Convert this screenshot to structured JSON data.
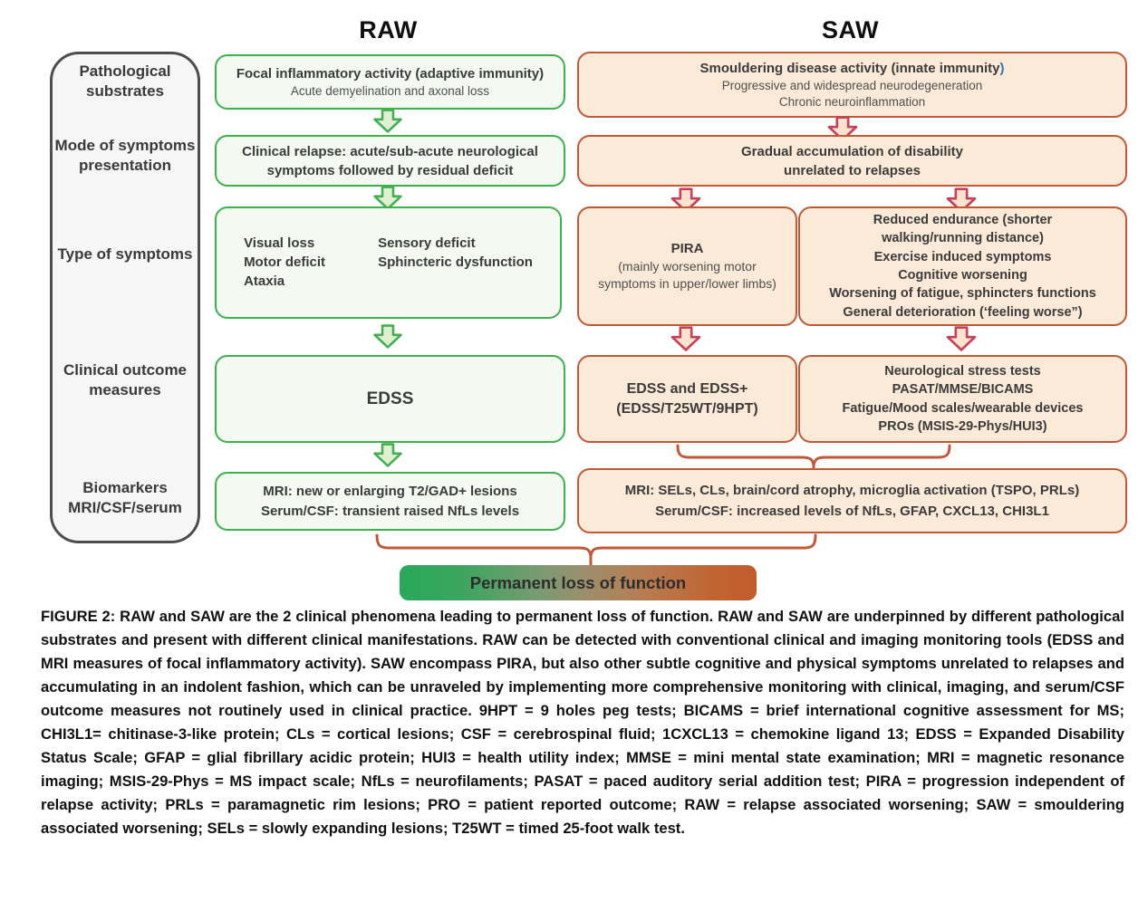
{
  "titles": {
    "raw": "RAW",
    "saw": "SAW"
  },
  "row_labels": [
    "Pathological\nsubstrates",
    "Mode of symptoms\npresentation",
    "Type of symptoms",
    "Clinical outcome\nmeasures",
    "Biomarkers\nMRI/CSF/serum"
  ],
  "raw": {
    "substrates_title": "Focal inflammatory activity (adaptive immunity)",
    "substrates_sub": "Acute demyelination and axonal loss",
    "mode": "Clinical relapse: acute/sub-acute neurological\nsymptoms followed by residual deficit",
    "symptoms_col1": "Visual loss\nMotor deficit\nAtaxia",
    "symptoms_col2": "Sensory deficit\nSphincteric dysfunction",
    "outcome": "EDSS",
    "biomarkers": "MRI: new or enlarging T2/GAD+ lesions\nSerum/CSF: transient raised NfLs levels"
  },
  "saw": {
    "substrates_title_main": "Smouldering disease activity (innate immunity",
    "substrates_title_paren": ")",
    "substrates_sub1": "Progressive and widespread neurodegeneration",
    "substrates_sub2": "Chronic neuroinflammation",
    "mode": "Gradual accumulation of disability\nunrelated to relapses",
    "pira_title": "PIRA",
    "pira_sub": "(mainly worsening motor\nsymptoms in upper/lower limbs)",
    "physical": "Reduced endurance (shorter\nwalking/running distance)\nExercise induced symptoms\nCognitive worsening\nWorsening of fatigue, sphincters functions\nGeneral deterioration (‘feeling worse”)",
    "outcome1": "EDSS and EDSS+\n(EDSS/T25WT/9HPT)",
    "outcome2": "Neurological stress tests\nPASAT/MMSE/BICAMS\nFatigue/Mood scales/wearable devices\nPROs (MSIS-29-Phys/HUI3)",
    "biomarkers": "MRI: SELs, CLs, brain/cord atrophy, microglia activation (TSPO, PRLs)\nSerum/CSF: increased levels of NfLs, GFAP, CXCL13, CHI3L1"
  },
  "footer_bar": "Permanent loss of function",
  "caption": "FIGURE 2: RAW and SAW are the 2 clinical phenomena leading to permanent loss of function. RAW and SAW are underpinned by different pathological substrates and present with different clinical manifestations. RAW can be detected with conventional clinical and imaging monitoring tools (EDSS and MRI measures of focal inflammatory activity). SAW encompass PIRA, but also other subtle cognitive and physical symptoms unrelated to relapses and accumulating in an indolent fashion, which can be unraveled by implementing more comprehensive monitoring with clinical, imaging, and serum/CSF outcome measures not routinely used in clinical practice. 9HPT = 9 holes peg tests; BICAMS = brief international cognitive assessment for MS; CHI3L1= chitinase-3-like protein; CLs = cortical lesions; CSF = cerebrospinal fluid; 1CXCL13 = chemokine ligand 13; EDSS = Expanded Disability Status Scale; GFAP = glial fibrillary acidic protein; HUI3 = health utility index; MMSE = mini mental state examination; MRI = magnetic resonance imaging; MSIS-29-Phys = MS impact scale; NfLs = neurofilaments; PASAT = paced auditory serial addition test; PIRA = progression independent of relapse activity; PRLs = paramagnetic rim lesions; PRO = patient reported outcome; RAW = relapse associated worsening; SAW = smouldering associated worsening; SELs = slowly expanding lesions; T25WT = timed 25-foot walk test.",
  "colors": {
    "raw_border": "#3eb04d",
    "raw_fill": "#f4faf2",
    "saw_border": "#c2583a",
    "saw_fill": "#fcead9",
    "green_arrow_fill": "#dff0d2",
    "green_arrow_stroke": "#45ae52",
    "red_arrow_fill": "#fbe3cf",
    "red_arrow_stroke": "#c4425a",
    "brace": "#c2583a",
    "panel_border": "#4d4d4d",
    "blue_paren": "#2e74b5",
    "gradient_left": "#27a85a",
    "gradient_right": "#c05c2e"
  }
}
